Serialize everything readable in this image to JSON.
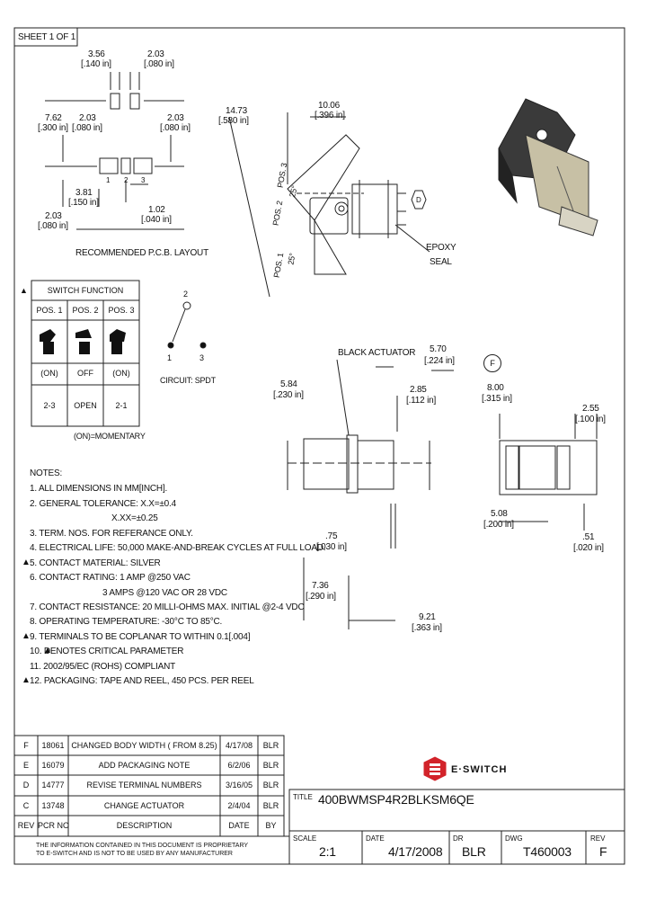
{
  "sheet": "SHEET 1 OF 1",
  "pcb": {
    "dims": [
      "3.56",
      "[.140 in]",
      "2.03",
      "[.080 in]",
      "7.62",
      "[.300 in]",
      "2.03",
      "[.080 in]",
      "2.03",
      "[.080 in]",
      "3.81",
      "[.150 in]",
      "1.02",
      "[.040 in]",
      "2.03",
      "[.080 in]"
    ],
    "pins": [
      "1",
      "2",
      "3"
    ],
    "caption": "RECOMMENDED P.C.B. LAYOUT"
  },
  "side": {
    "dims": [
      "14.73",
      "[.580 in]",
      "10.06",
      "[.396 in]"
    ],
    "labels": [
      "POS. 3",
      "25°",
      "POS. 2",
      "POS. 1",
      "25°",
      "D",
      "EPOXY",
      "SEAL"
    ]
  },
  "switch_function": {
    "title": "SWITCH FUNCTION",
    "headers": [
      "POS. 1",
      "POS. 2",
      "POS. 3"
    ],
    "states": [
      "(ON)",
      "OFF",
      "(ON)"
    ],
    "connections": [
      "2-3",
      "OPEN",
      "2-1"
    ],
    "footnote": "(ON)=MOMENTARY"
  },
  "circuit": {
    "pins": [
      "2",
      "1",
      "3"
    ],
    "caption": "CIRCUIT: SPDT"
  },
  "front": {
    "dims": [
      "BLACK ACTUATOR",
      "5.70",
      "[.224 in]",
      "5.84",
      "[.230 in]",
      "2.85",
      "[.112 in]",
      ".75",
      "[.030 in]",
      "7.36",
      "[.290 in]",
      "9.21",
      "[.363 in]"
    ]
  },
  "end": {
    "dims": [
      "F",
      "8.00",
      "[.315 in]",
      "2.55",
      "[.100 in]",
      "5.08",
      "[.200 in]",
      ".51",
      "[.020 in]"
    ]
  },
  "notes": {
    "title": "NOTES:",
    "lines": [
      "1.  ALL DIMENSIONS IN MM[INCH].",
      "2.  GENERAL TOLERANCE: X.X=±0.4",
      "X.XX=±0.25",
      "3. TERM. NOS. FOR REFERANCE ONLY.",
      "4. ELECTRICAL LIFE: 50,000 MAKE-AND-BREAK CYCLES AT FULL LOAD.",
      "5. CONTACT MATERIAL: SILVER",
      "6. CONTACT RATING: 1 AMP @250 VAC",
      "3 AMPS @120 VAC OR 28 VDC",
      "7. CONTACT RESISTANCE: 20 MILLI-OHMS MAX. INITIAL @2-4 VDC",
      "8. OPERATING TEMPERATURE: -30°C TO 85°C.",
      "9. TERMINALS TO BE COPLANAR TO WITHIN 0.1[.004]",
      "10.   DENOTES CRITICAL PARAMETER",
      "11. 2002/95/EC (ROHS) COMPLIANT",
      "12. PACKAGING: TAPE AND REEL, 450 PCS. PER REEL"
    ]
  },
  "revisions": {
    "rows": [
      [
        "F",
        "18061",
        "CHANGED BODY WIDTH ( FROM 8.25)",
        "4/17/08",
        "BLR"
      ],
      [
        "E",
        "16079",
        "ADD PACKAGING NOTE",
        "6/2/06",
        "BLR"
      ],
      [
        "D",
        "14777",
        "REVISE TERMINAL NUMBERS",
        "3/16/05",
        "BLR"
      ],
      [
        "C",
        "13748",
        "CHANGE ACTUATOR",
        "2/4/04",
        "BLR"
      ]
    ],
    "header": [
      "REV",
      "PCR NO",
      "DESCRIPTION",
      "DATE",
      "BY"
    ]
  },
  "proprietary": [
    "THE INFORMATION CONTAINED IN THIS DOCUMENT IS PROPRIETARY",
    "TO E-SWITCH AND IS NOT TO BE USED BY ANY MANUFACTURER"
  ],
  "title_block": {
    "brand": "E·SWITCH",
    "title_label": "TITLE",
    "title": "400BWMSP4R2BLKSM6QE",
    "scale_label": "SCALE",
    "scale": "2:1",
    "date_label": "DATE",
    "date": "4/17/2008",
    "dr_label": "DR",
    "dr": "BLR",
    "dwg_label": "DWG",
    "dwg": "T460003",
    "rev_label": "REV",
    "rev": "F"
  },
  "colors": {
    "brand_red": "#d2232a",
    "line": "#222222"
  }
}
